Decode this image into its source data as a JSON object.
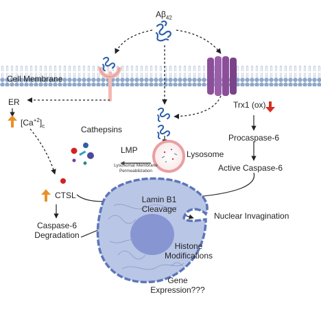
{
  "colors": {
    "membrane_head": "#8fa7c9",
    "receptor": "#f3b9b4",
    "channel": "#8b4f9a",
    "nucleus_fill": "#bac6e6",
    "nucleus_edge": "#5e76b8",
    "nucleolus": "#8796d3",
    "lysosome_ring": "#e8a0a2",
    "up_arrow": "#e8902a",
    "down_arrow": "#d62e1f",
    "ctsl_dot": "#d32020",
    "abeta_protein": "#2e5fa8"
  },
  "labels": {
    "abeta_main": "Aβ",
    "abeta_sub": "42",
    "cell_membrane": "Cell Membrane",
    "er": "ER",
    "ca_main": "[Ca",
    "ca_sup": "+2",
    "ca_close": "]",
    "ca_sub": "c",
    "cathepsins": "Cathepsins",
    "lmp": "LMP",
    "lmp_full_line1": "Lysosomal Membrane",
    "lmp_full_line2": "Permeabilization",
    "lysosome": "Lysosome",
    "trx1": "Trx1 (ox)",
    "procaspase": "Procaspase-6",
    "active_caspase": "Active Caspase-6",
    "ctsl": "CTSL",
    "caspase_degradation_1": "Caspase-6",
    "caspase_degradation_2": "Degradation",
    "lamin_1": "Lamin B1",
    "lamin_2": "Cleavage",
    "nuclear_invagination": "Nuclear Invagination",
    "histone_1": "Histone",
    "histone_2": "Modifications",
    "gene_1": "Gene",
    "gene_2": "Expression???"
  },
  "icons": [
    "abeta-protein-icon",
    "receptor-icon",
    "ion-channel-icon",
    "lysosome-icon",
    "nucleus-icon",
    "cathepsin-molecules-icon",
    "up-arrow-icon",
    "down-arrow-icon"
  ]
}
